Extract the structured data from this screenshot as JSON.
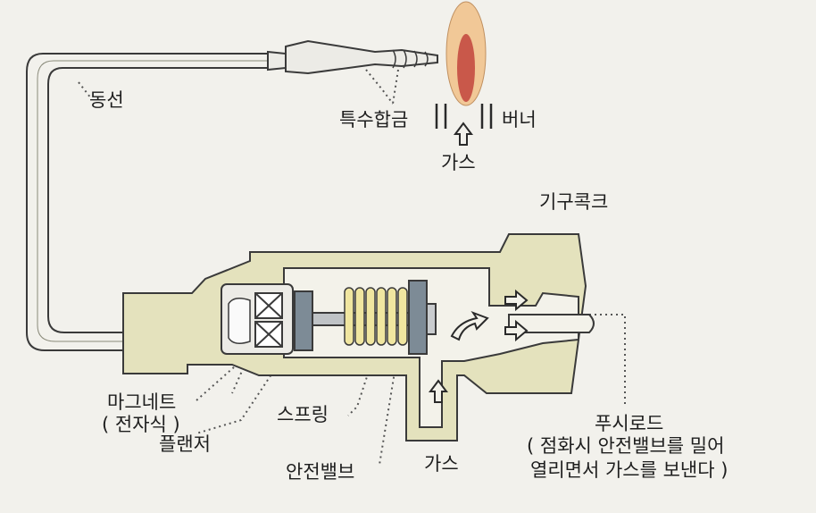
{
  "labels": {
    "wire": "동선",
    "alloy": "특수합금",
    "burner": "버너",
    "gas_top": "가스",
    "gas_cock": "기구콕크",
    "magnet_line1": "마그네트",
    "magnet_line2": "( 전자식 )",
    "spring": "스프링",
    "plunger": "플랜저",
    "safety_valve": "안전밸브",
    "gas_bottom": "가스",
    "push_rod_line1": "푸시로드",
    "push_rod_line2": "( 점화시 안전밸브를 밀어",
    "push_rod_line3": "열리면서 가스를 보낸다 )"
  },
  "colors": {
    "background": "#f2f1ec",
    "body_fill": "#e4e2bd",
    "body_outline": "#3a3a3a",
    "flame_outer": "#f1c897",
    "flame_inner": "#c9584a",
    "spring_coil": "#f0e6a0",
    "valve_disc": "#7d8b96",
    "magnet_body": "#ecebe6"
  }
}
